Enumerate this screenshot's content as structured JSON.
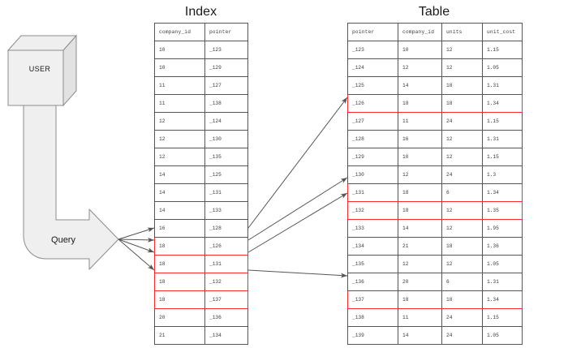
{
  "diagram": {
    "user_box_label": "USER",
    "query_arrow_label": "Query",
    "highlight_color": "#ff2b2b",
    "shape_fill": "#efefef",
    "shape_stroke": "#8c8c8c",
    "arrow_color": "#555555"
  },
  "index": {
    "title": "Index",
    "columns": [
      "company_id",
      "pointer"
    ],
    "rows": [
      {
        "company_id": "10",
        "pointer": "_123",
        "highlighted": false
      },
      {
        "company_id": "10",
        "pointer": "_129",
        "highlighted": false
      },
      {
        "company_id": "11",
        "pointer": "_127",
        "highlighted": false
      },
      {
        "company_id": "11",
        "pointer": "_138",
        "highlighted": false
      },
      {
        "company_id": "12",
        "pointer": "_124",
        "highlighted": false
      },
      {
        "company_id": "12",
        "pointer": "_130",
        "highlighted": false
      },
      {
        "company_id": "12",
        "pointer": "_135",
        "highlighted": false
      },
      {
        "company_id": "14",
        "pointer": "_125",
        "highlighted": false
      },
      {
        "company_id": "14",
        "pointer": "_131",
        "highlighted": false
      },
      {
        "company_id": "14",
        "pointer": "_133",
        "highlighted": false
      },
      {
        "company_id": "16",
        "pointer": "_128",
        "highlighted": false
      },
      {
        "company_id": "18",
        "pointer": "_126",
        "highlighted": true
      },
      {
        "company_id": "18",
        "pointer": "_131",
        "highlighted": true
      },
      {
        "company_id": "18",
        "pointer": "_132",
        "highlighted": true
      },
      {
        "company_id": "18",
        "pointer": "_137",
        "highlighted": true
      },
      {
        "company_id": "20",
        "pointer": "_136",
        "highlighted": false
      },
      {
        "company_id": "21",
        "pointer": "_134",
        "highlighted": false
      }
    ]
  },
  "table": {
    "title": "Table",
    "columns": [
      "pointer",
      "company_id",
      "units",
      "unit_cost"
    ],
    "rows": [
      {
        "pointer": "_123",
        "company_id": "10",
        "units": "12",
        "unit_cost": "1.15",
        "highlighted": false
      },
      {
        "pointer": "_124",
        "company_id": "12",
        "units": "12",
        "unit_cost": "1.05",
        "highlighted": false
      },
      {
        "pointer": "_125",
        "company_id": "14",
        "units": "18",
        "unit_cost": "1.31",
        "highlighted": false
      },
      {
        "pointer": "_126",
        "company_id": "18",
        "units": "18",
        "unit_cost": "1.34",
        "highlighted": true
      },
      {
        "pointer": "_127",
        "company_id": "11",
        "units": "24",
        "unit_cost": "1.15",
        "highlighted": false
      },
      {
        "pointer": "_128",
        "company_id": "16",
        "units": "12",
        "unit_cost": "1.31",
        "highlighted": false
      },
      {
        "pointer": "_129",
        "company_id": "10",
        "units": "12",
        "unit_cost": "1.15",
        "highlighted": false
      },
      {
        "pointer": "_130",
        "company_id": "12",
        "units": "24",
        "unit_cost": "1.3",
        "highlighted": false
      },
      {
        "pointer": "_131",
        "company_id": "18",
        "units": "6",
        "unit_cost": "1.34",
        "highlighted": true
      },
      {
        "pointer": "_132",
        "company_id": "18",
        "units": "12",
        "unit_cost": "1.35",
        "highlighted": true
      },
      {
        "pointer": "_133",
        "company_id": "14",
        "units": "12",
        "unit_cost": "1.95",
        "highlighted": false
      },
      {
        "pointer": "_134",
        "company_id": "21",
        "units": "18",
        "unit_cost": "1.36",
        "highlighted": false
      },
      {
        "pointer": "_135",
        "company_id": "12",
        "units": "12",
        "unit_cost": "1.05",
        "highlighted": false
      },
      {
        "pointer": "_136",
        "company_id": "20",
        "units": "6",
        "unit_cost": "1.31",
        "highlighted": false
      },
      {
        "pointer": "_137",
        "company_id": "18",
        "units": "18",
        "unit_cost": "1.34",
        "highlighted": true
      },
      {
        "pointer": "_138",
        "company_id": "11",
        "units": "24",
        "unit_cost": "1.15",
        "highlighted": false
      },
      {
        "pointer": "_139",
        "company_id": "14",
        "units": "24",
        "unit_cost": "1.05",
        "highlighted": false
      }
    ]
  }
}
